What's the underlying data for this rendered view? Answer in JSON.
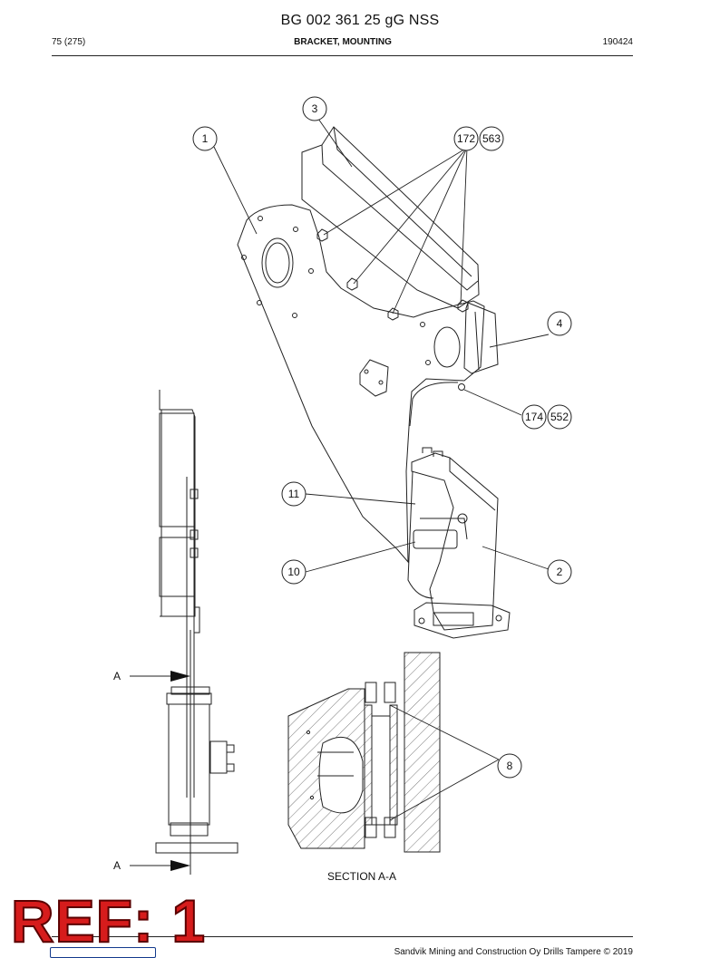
{
  "header": {
    "document_title": "BG 002 361 25 gG NSS",
    "page_number": "75 (275)",
    "section_title": "BRACKET, MOUNTING",
    "date_code": "190424"
  },
  "callouts": {
    "c1": "1",
    "c2": "2",
    "c3": "3",
    "c4": "4",
    "c8": "8",
    "c10": "10",
    "c11": "11",
    "c172": "172",
    "c563": "563",
    "c174": "174",
    "c552": "552"
  },
  "section": {
    "marker": "A",
    "label": "SECTION A-A"
  },
  "stamp": {
    "text": "REF: 1",
    "color": "#d61c1c"
  },
  "footer": {
    "copyright": "Sandvik Mining and Construction Oy Drills Tampere © 2019"
  }
}
